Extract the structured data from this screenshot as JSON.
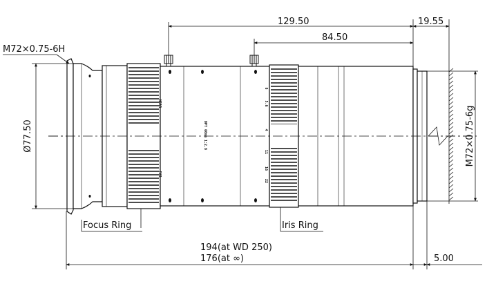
{
  "labels": {
    "dim_129": "129.50",
    "dim_84": "84.50",
    "dim_19": "19.55",
    "thread_front": "M72×0.75-6H",
    "thread_rear": "M72×0.75-6g",
    "diameter": "Ø77.50",
    "focus_ring": "Focus Ring",
    "iris_ring": "Iris Ring",
    "length_wd": "194(at WD 250)",
    "length_inf": "176(at ∞)",
    "dim_5": "5.00"
  },
  "lens_markings": {
    "product": "OPT 60mm 1:2.8",
    "focus_near": "NEAR",
    "focus_far": "FAR",
    "iris_8": "8",
    "iris_56": "5.6",
    "iris_4": "4",
    "iris_11": "11",
    "iris_16": "16",
    "iris_22": "22"
  },
  "colors": {
    "line": "#111111",
    "body_fill": "#ffffff"
  }
}
